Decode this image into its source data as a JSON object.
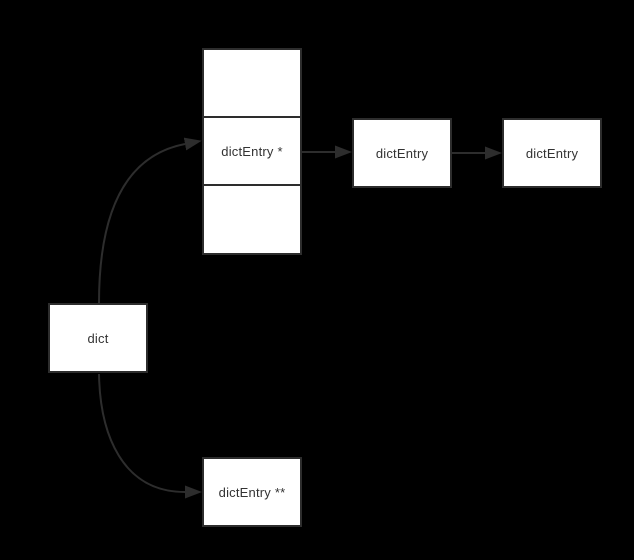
{
  "diagram": {
    "colors": {
      "background": "#000000",
      "node_fill": "#ffffff",
      "stroke": "#2d2d2d",
      "text": "#333333"
    },
    "nodes": {
      "dict": {
        "label": "dict"
      },
      "bucket_top": {
        "label": ""
      },
      "bucket_mid": {
        "label": "dictEntry *"
      },
      "bucket_bottom": {
        "label": ""
      },
      "entry_1": {
        "label": "dictEntry"
      },
      "entry_2": {
        "label": "dictEntry"
      },
      "entry_double_ptr": {
        "label": "dictEntry **"
      }
    },
    "edges": [
      {
        "from": "dict",
        "to": "bucket_mid"
      },
      {
        "from": "dict",
        "to": "entry_double_ptr"
      },
      {
        "from": "bucket_mid",
        "to": "entry_1"
      },
      {
        "from": "entry_1",
        "to": "entry_2"
      }
    ]
  }
}
